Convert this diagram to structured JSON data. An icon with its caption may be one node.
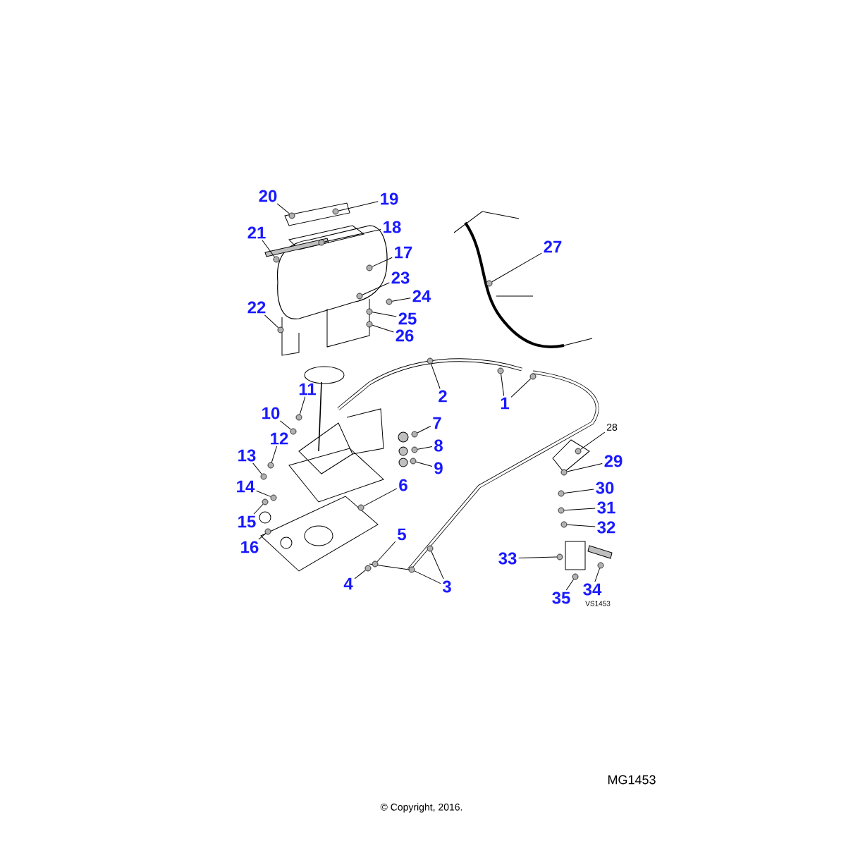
{
  "diagram": {
    "nodes": [
      {
        "text": [
          "1"
        ]
      },
      {
        "text": [
          "2"
        ]
      },
      {
        "text": [
          "3"
        ]
      },
      {
        "text": [
          "4"
        ]
      },
      {
        "text": [
          "5"
        ]
      },
      {
        "text": [
          "6"
        ]
      },
      {
        "text": [
          "7"
        ]
      },
      {
        "text": [
          "8"
        ]
      },
      {
        "text": [
          "9"
        ]
      },
      {
        "text": [
          "10"
        ]
      },
      {
        "text": [
          "11"
        ]
      },
      {
        "text": [
          "12"
        ]
      },
      {
        "text": [
          "13"
        ]
      },
      {
        "text": [
          "14"
        ]
      },
      {
        "text": [
          "15"
        ]
      },
      {
        "text": [
          "16"
        ]
      },
      {
        "text": [
          "17"
        ]
      },
      {
        "text": [
          "18"
        ]
      },
      {
        "text": [
          "19"
        ]
      },
      {
        "text": [
          "20"
        ]
      },
      {
        "text": [
          "21"
        ]
      },
      {
        "text": [
          "22"
        ]
      },
      {
        "text": [
          "23"
        ]
      },
      {
        "text": [
          "24"
        ]
      },
      {
        "text": [
          "25"
        ]
      },
      {
        "text": [
          "26"
        ]
      },
      {
        "text": [
          "27"
        ]
      },
      {
        "text": [
          "28"
        ]
      },
      {
        "text": [
          "29"
        ]
      },
      {
        "text": [
          "30"
        ]
      },
      {
        "text": [
          "31"
        ]
      },
      {
        "text": [
          "32"
        ]
      },
      {
        "text": [
          "33"
        ]
      },
      {
        "text": [
          "34"
        ]
      },
      {
        "text": [
          "35"
        ]
      },
      {
        "text": [],
        "shape": "circle"
      },
      {
        "text": [],
        "shape": "circle"
      },
      {
        "text": [],
        "shape": "circle"
      },
      {
        "text": [],
        "shape": "circle"
      },
      {
        "text": [],
        "shape": "circle"
      },
      {
        "text": [],
        "shape": "circle"
      },
      {
        "text": [],
        "shape": "circle"
      },
      {
        "text": [],
        "shape": "circle"
      },
      {
        "text": [],
        "shape": "circle"
      },
      {
        "text": [],
        "shape": "circle"
      },
      {
        "text": [],
        "shape": "circle"
      },
      {
        "text": [],
        "shape": "circle"
      },
      {
        "text": [],
        "shape": "circle"
      },
      {
        "text": [],
        "shape": "circle"
      },
      {
        "text": [],
        "shape": "circle"
      },
      {
        "text": [],
        "shape": "circle"
      },
      {
        "text": [],
        "shape": "circle"
      },
      {
        "text": [],
        "shape": "circle"
      },
      {
        "text": [],
        "shape": "circle"
      },
      {
        "text": [],
        "shape": "circle"
      },
      {
        "text": [],
        "shape": "circle"
      },
      {
        "text": [],
        "shape": "circle"
      },
      {
        "text": [],
        "shape": "circle"
      },
      {
        "text": [],
        "shape": "circle"
      },
      {
        "text": [],
        "shape": "circle"
      },
      {
        "text": [],
        "shape": "circle"
      },
      {
        "text": [],
        "shape": "circle"
      },
      {
        "text": [],
        "shape": "circle"
      },
      {
        "text": [],
        "shape": "circle"
      },
      {
        "text": [],
        "shape": "circle"
      },
      {
        "text": [],
        "shape": "circle"
      },
      {
        "text": [],
        "shape": "circle"
      },
      {
        "text": [],
        "shape": "circle"
      },
      {
        "text": [],
        "shape": "circle"
      },
      {
        "text": [],
        "shape": "circle"
      },
      {
        "text": [],
        "shape": "circle"
      },
      {
        "text": [],
        "shape": "circle"
      }
    ],
    "edges": [
      {
        "from": 0,
        "to": 35,
        "arrow": "none"
      },
      {
        "from": 0,
        "to": 36,
        "arrow": "none"
      },
      {
        "from": 1,
        "to": 37,
        "arrow": "none"
      },
      {
        "from": 2,
        "to": 38,
        "arrow": "none"
      },
      {
        "from": 2,
        "to": 39,
        "arrow": "none"
      },
      {
        "from": 3,
        "to": 40,
        "arrow": "none"
      },
      {
        "from": 4,
        "to": 41,
        "arrow": "none"
      },
      {
        "from": 5,
        "to": 42,
        "arrow": "none"
      },
      {
        "from": 6,
        "to": 43,
        "arrow": "none"
      },
      {
        "from": 7,
        "to": 44,
        "arrow": "none"
      },
      {
        "from": 8,
        "to": 45,
        "arrow": "none"
      },
      {
        "from": 9,
        "to": 46,
        "arrow": "none"
      },
      {
        "from": 10,
        "to": 47,
        "arrow": "none"
      },
      {
        "from": 11,
        "to": 48,
        "arrow": "none"
      },
      {
        "from": 12,
        "to": 49,
        "arrow": "none"
      },
      {
        "from": 13,
        "to": 50,
        "arrow": "none"
      },
      {
        "from": 14,
        "to": 51,
        "arrow": "none"
      },
      {
        "from": 15,
        "to": 52,
        "arrow": "none"
      },
      {
        "from": 16,
        "to": 53,
        "arrow": "none"
      },
      {
        "from": 17,
        "to": 54,
        "arrow": "none"
      },
      {
        "from": 18,
        "to": 55,
        "arrow": "none"
      },
      {
        "from": 19,
        "to": 56,
        "arrow": "none"
      },
      {
        "from": 20,
        "to": 57,
        "arrow": "none"
      },
      {
        "from": 21,
        "to": 58,
        "arrow": "none"
      },
      {
        "from": 22,
        "to": 59,
        "arrow": "none"
      },
      {
        "from": 23,
        "to": 60,
        "arrow": "none"
      },
      {
        "from": 24,
        "to": 61,
        "arrow": "none"
      },
      {
        "from": 25,
        "to": 62,
        "arrow": "none"
      },
      {
        "from": 26,
        "to": 63,
        "arrow": "none"
      },
      {
        "from": 27,
        "to": 64,
        "arrow": "none"
      },
      {
        "from": 28,
        "to": 65,
        "arrow": "none"
      },
      {
        "from": 29,
        "to": 66,
        "arrow": "none"
      },
      {
        "from": 30,
        "to": 67,
        "arrow": "none"
      },
      {
        "from": 31,
        "to": 68,
        "arrow": "none"
      },
      {
        "from": 32,
        "to": 69,
        "arrow": "none"
      },
      {
        "from": 33,
        "to": 70,
        "arrow": "none"
      },
      {
        "from": 34,
        "to": 71,
        "arrow": "none"
      }
    ],
    "labels": [
      "VS1453",
      "MG1453",
      "© Copyright, 2016."
    ]
  }
}
